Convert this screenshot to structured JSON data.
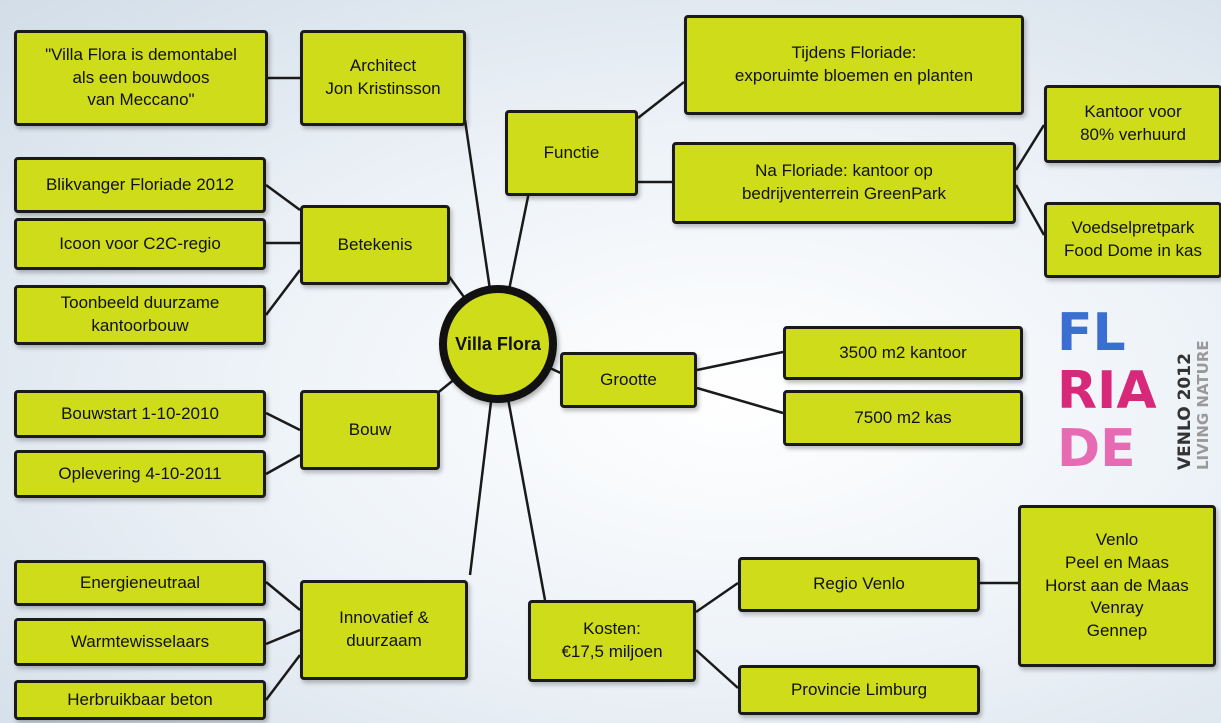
{
  "center": {
    "label": "Villa Flora"
  },
  "branches": {
    "architect": {
      "label": "Architect\nJon Kristinsson",
      "quote": "\"Villa Flora is demontabel\nals een bouwdoos\nvan Meccano\""
    },
    "betekenis": {
      "label": "Betekenis",
      "items": [
        "Blikvanger Floriade 2012",
        "Icoon voor C2C-regio",
        "Toonbeeld duurzame\nkantoorbouw"
      ]
    },
    "bouw": {
      "label": "Bouw",
      "items": [
        "Bouwstart 1-10-2010",
        "Oplevering 4-10-2011"
      ]
    },
    "innovatief": {
      "label": "Innovatief &\nduurzaam",
      "items": [
        "Energieneutraal",
        "Warmtewisselaars",
        "Herbruikbaar beton"
      ]
    },
    "functie": {
      "label": "Functie",
      "tijdens": "Tijdens Floriade:\nexporuimte bloemen en planten",
      "na": "Na Floriade: kantoor op\nbedrijventerrein GreenPark",
      "na_items": [
        "Kantoor voor\n80% verhuurd",
        "Voedselpretpark\nFood Dome in kas"
      ]
    },
    "grootte": {
      "label": "Grootte",
      "items": [
        "3500 m2 kantoor",
        "7500 m2 kas"
      ]
    },
    "kosten": {
      "label": "Kosten:\n€17,5 miljoen",
      "regio": "Regio Venlo",
      "regio_list": "Venlo\nPeel en Maas\nHorst aan de Maas\nVenray\nGennep",
      "provincie": "Provincie Limburg"
    }
  },
  "logo": {
    "letters": [
      "FL",
      "RIA",
      "DE"
    ],
    "side_text_1": "VENLO 2012",
    "side_text_2": "LIVING NATURE"
  }
}
